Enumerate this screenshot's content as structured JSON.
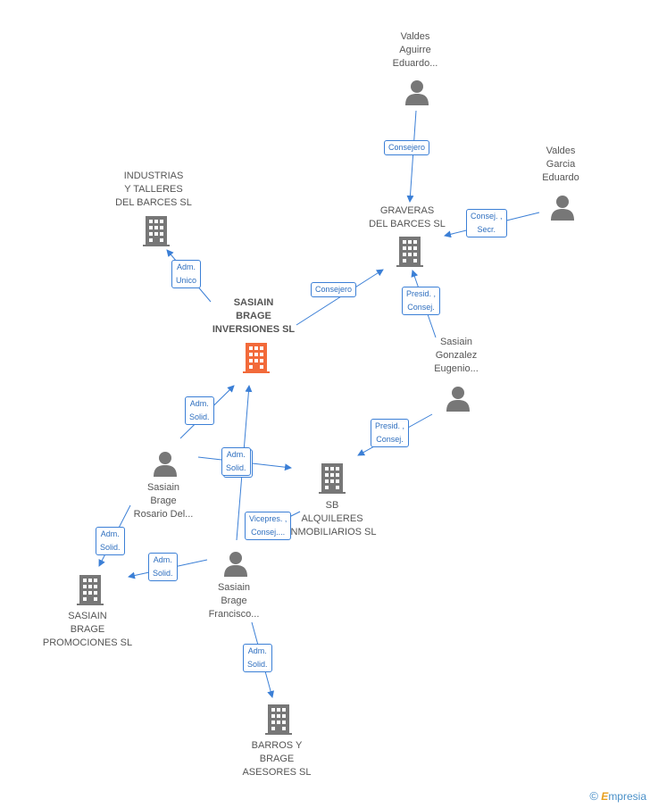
{
  "nodes": {
    "valdes_aguirre": [
      "Valdes",
      "Aguirre",
      "Eduardo..."
    ],
    "valdes_garcia": [
      "Valdes",
      "Garcia",
      "Eduardo"
    ],
    "industrias": [
      "INDUSTRIAS",
      "Y TALLERES",
      "DEL BARCES SL"
    ],
    "graveras": [
      "GRAVERAS",
      "DEL BARCES SL"
    ],
    "sasiain_inversiones": [
      "SASIAIN",
      "BRAGE",
      "INVERSIONES SL"
    ],
    "sasiain_gonzalez": [
      "Sasiain",
      "Gonzalez",
      "Eugenio..."
    ],
    "sasiain_rosario": [
      "Sasiain",
      "Brage",
      "Rosario Del..."
    ],
    "sb_alquileres": [
      "SB",
      "ALQUILERES",
      "INMOBILIARIOS SL"
    ],
    "sasiain_promociones": [
      "SASIAIN",
      "BRAGE",
      "PROMOCIONES SL"
    ],
    "sasiain_francisco": [
      "Sasiain",
      "Brage",
      "Francisco..."
    ],
    "barros": [
      "BARROS Y",
      "BRAGE",
      "ASESORES SL"
    ]
  },
  "roles": {
    "consejero_1": [
      "Consejero"
    ],
    "consej_secr": [
      "Consej. ,",
      "Secr."
    ],
    "adm_unico": [
      "Adm.",
      "Unico"
    ],
    "consejero_2": [
      "Consejero"
    ],
    "presid_consej_1": [
      "Presid. ,",
      "Consej."
    ],
    "adm_solid_1": [
      "Adm.",
      "Solid."
    ],
    "presid_consej_2": [
      "Presid. ,",
      "Consej."
    ],
    "adm_solid_2": [
      "Adm.",
      "Solid."
    ],
    "vicepres": [
      "Vicepres. ,",
      "Consej...."
    ],
    "adm_solid_3": [
      "Adm.",
      "Solid."
    ],
    "adm_solid_4": [
      "Adm.",
      "Solid."
    ],
    "adm_solid_5": [
      "Adm.",
      "Solid."
    ]
  },
  "colors": {
    "edge": "#3b7fd6",
    "person": "#777777",
    "company": "#777777",
    "focus_company": "#f26a3a"
  },
  "footer": {
    "copyright": "©",
    "brand_initial": "E",
    "brand_rest": "mpresia"
  }
}
